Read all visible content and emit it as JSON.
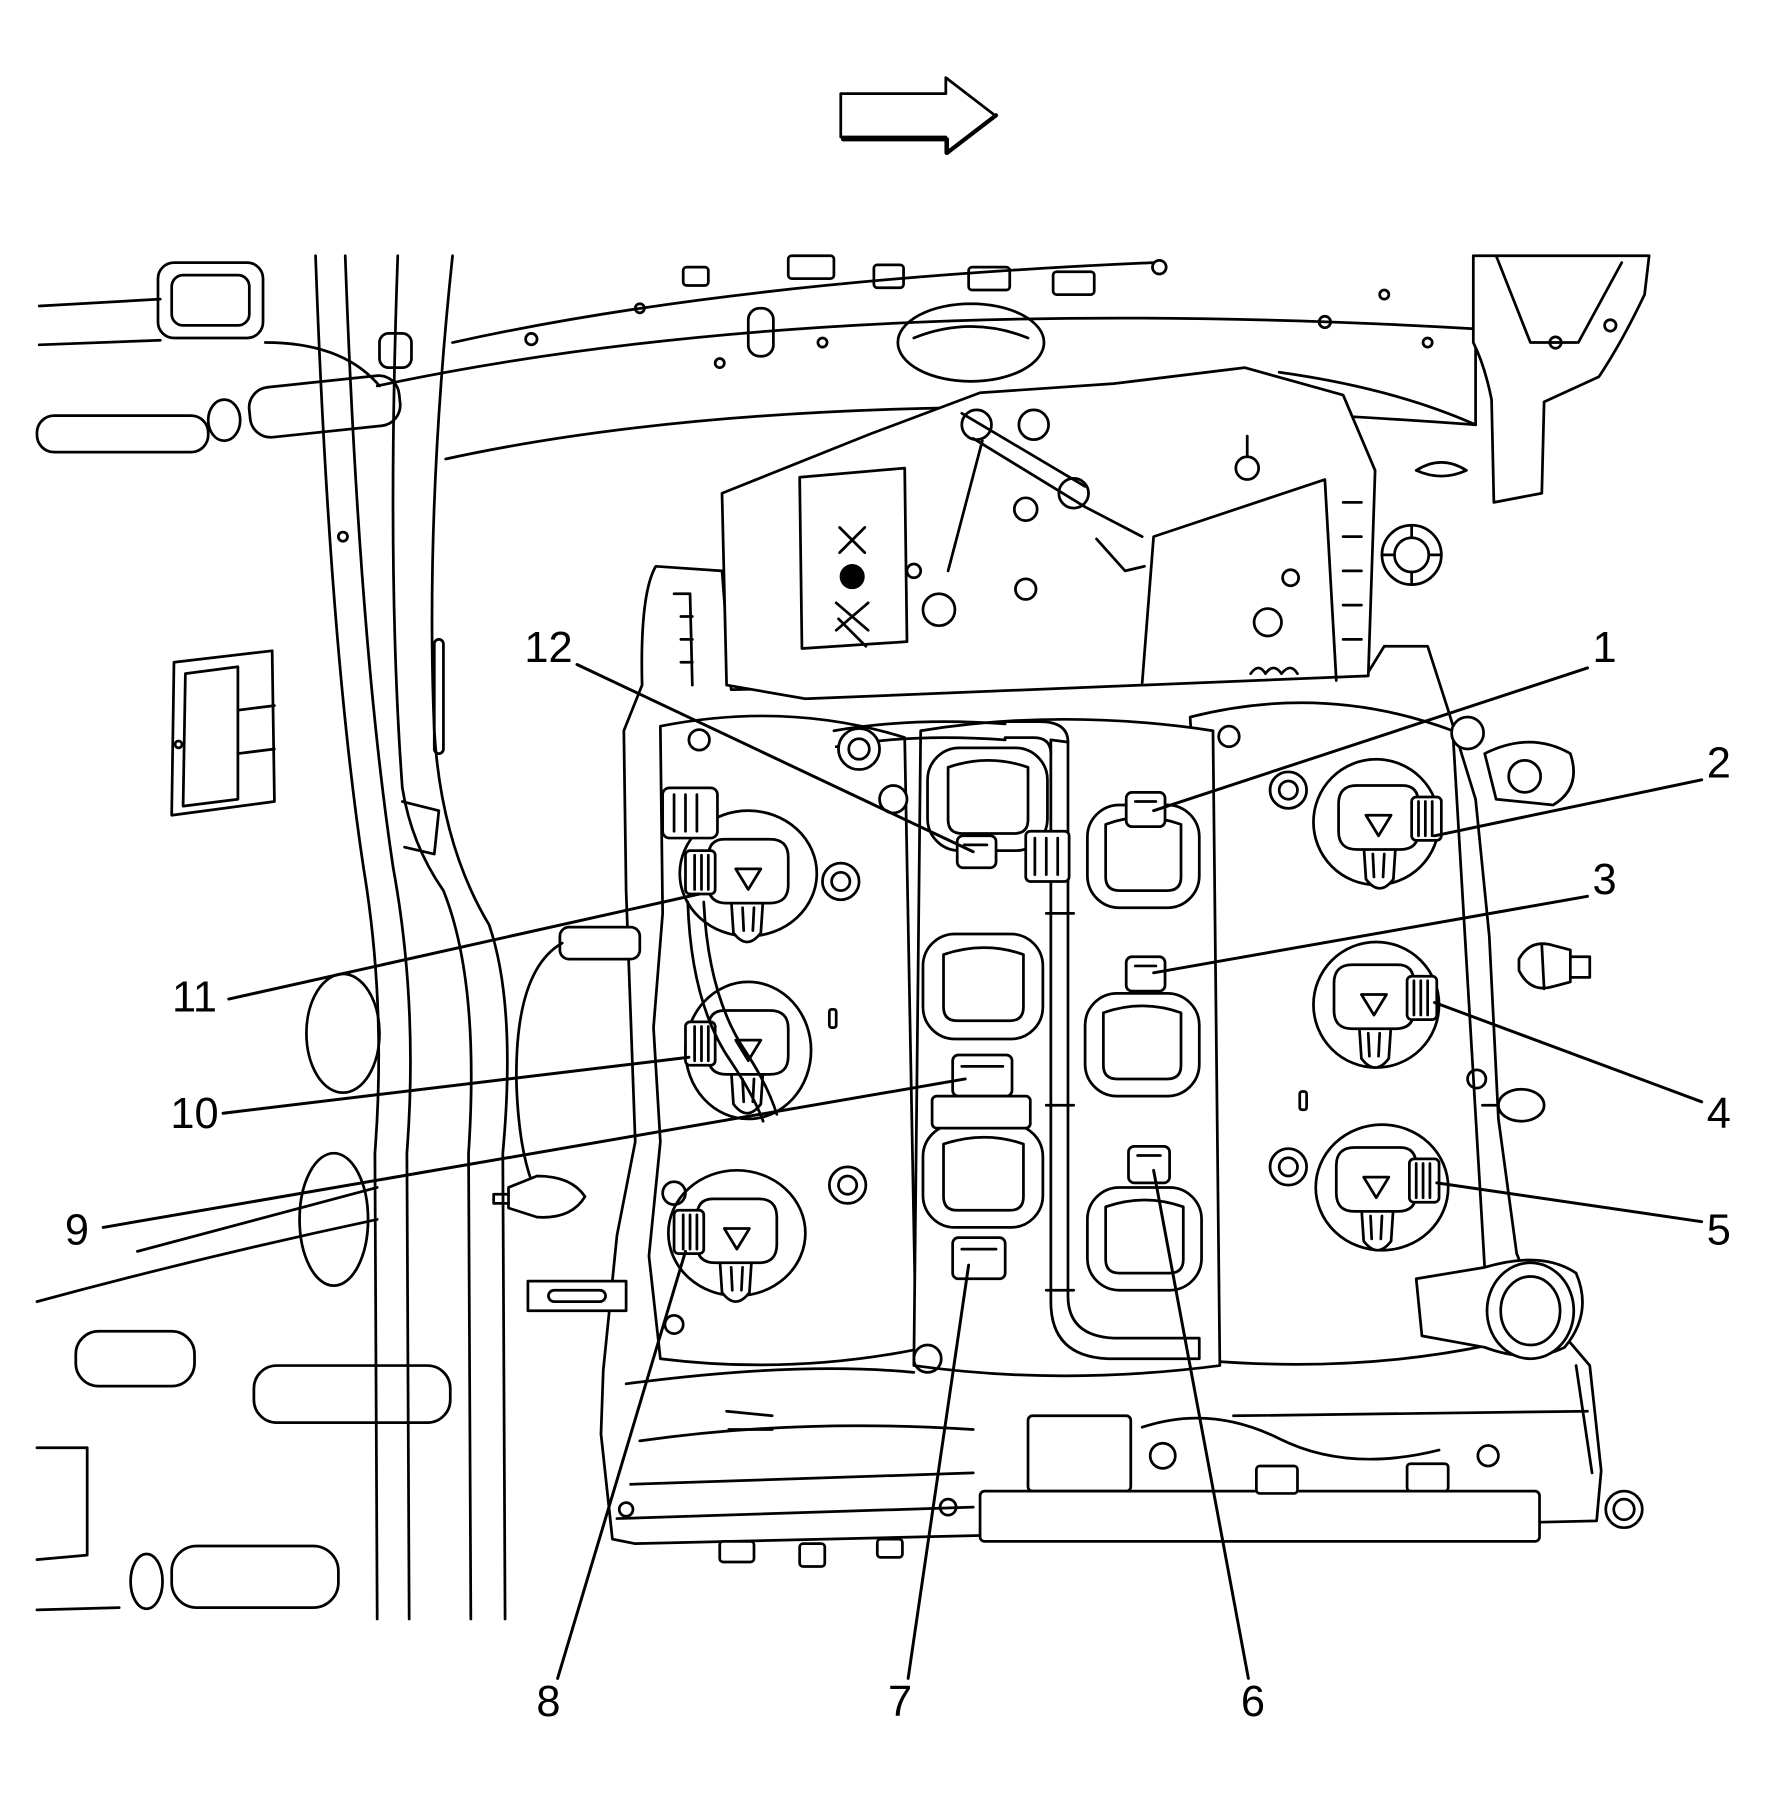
{
  "diagram": {
    "callouts": [
      {
        "number": "1"
      },
      {
        "number": "2"
      },
      {
        "number": "3"
      },
      {
        "number": "4"
      },
      {
        "number": "5"
      },
      {
        "number": "6"
      },
      {
        "number": "7"
      },
      {
        "number": "8"
      },
      {
        "number": "9"
      },
      {
        "number": "10"
      },
      {
        "number": "11"
      },
      {
        "number": "12"
      }
    ]
  },
  "icons": {
    "direction_arrow": "right-arrow-icon"
  },
  "colors": {
    "line": "#000000",
    "background": "#ffffff"
  }
}
